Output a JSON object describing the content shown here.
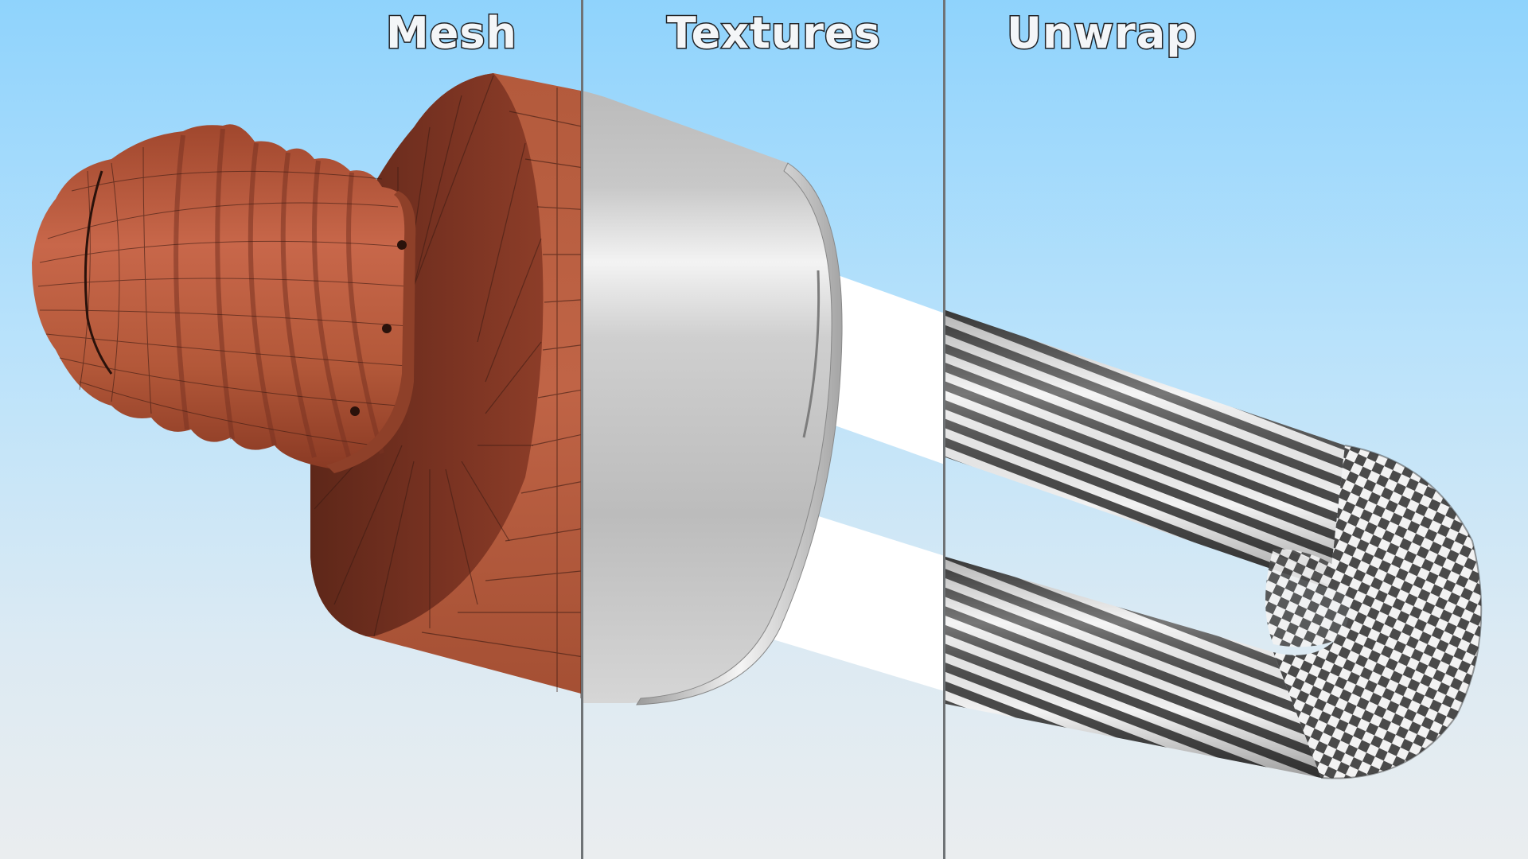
{
  "panels": [
    {
      "label": "Mesh"
    },
    {
      "label": "Textures"
    },
    {
      "label": "Unwrap"
    }
  ],
  "colors": {
    "sky_top": "#8fd3fc",
    "sky_bottom": "#eaedef",
    "mesh_base": "#b85c3e",
    "mesh_shadow": "#7a3322",
    "mesh_wire": "#3a1a12",
    "metal_light": "#f2f2f2",
    "metal_mid": "#bdbdbd",
    "metal_dark": "#8e8e8e",
    "checker_dark": "#4a4a4a",
    "checker_light": "#f2f2f2",
    "divider": "#6f7376"
  }
}
